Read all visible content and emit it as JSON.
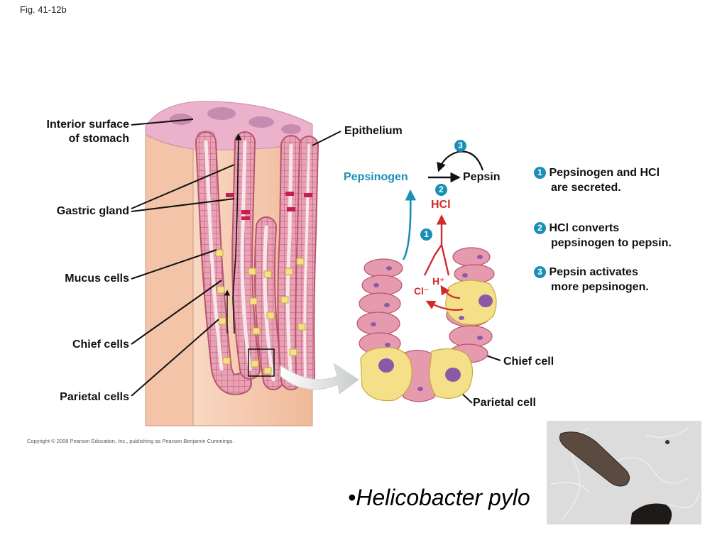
{
  "fig_label": "Fig. 41-12b",
  "labels": {
    "interior_surface": "Interior surface",
    "interior_surface_2": "of stomach",
    "gastric_gland": "Gastric gland",
    "mucus_cells": "Mucus cells",
    "chief_cells": "Chief cells",
    "parietal_cells": "Parietal cells",
    "epithelium": "Epithelium",
    "chief_cell": "Chief cell",
    "parietal_cell": "Parietal cell"
  },
  "pathway": {
    "pepsinogen": "Pepsinogen",
    "pepsin": "Pepsin",
    "hcl": "HCl",
    "h_plus": "H⁺",
    "cl_minus": "Cl⁻",
    "num1": "1",
    "num2": "2",
    "num3": "3"
  },
  "steps": [
    {
      "num": "1",
      "line1": "Pepsinogen and HCl",
      "line2": "are secreted."
    },
    {
      "num": "2",
      "line1": "HCl converts",
      "line2": "pepsinogen to pepsin."
    },
    {
      "num": "3",
      "line1": "Pepsin activates",
      "line2": "more pepsinogen."
    }
  ],
  "copyright": "Copyright © 2008 Pearson Education, Inc., publishing as Pearson Benjamin Cummings.",
  "bullet_text": "•Helicobacter pylo",
  "colors": {
    "tissue_pink": "#e59aae",
    "cell_border": "#b8546e",
    "parietal_yellow": "#f5e08a",
    "pepsinogen_blue": "#1a8fb5",
    "hcl_red": "#d42a2a",
    "slab_tan": "#f6cfb5"
  }
}
